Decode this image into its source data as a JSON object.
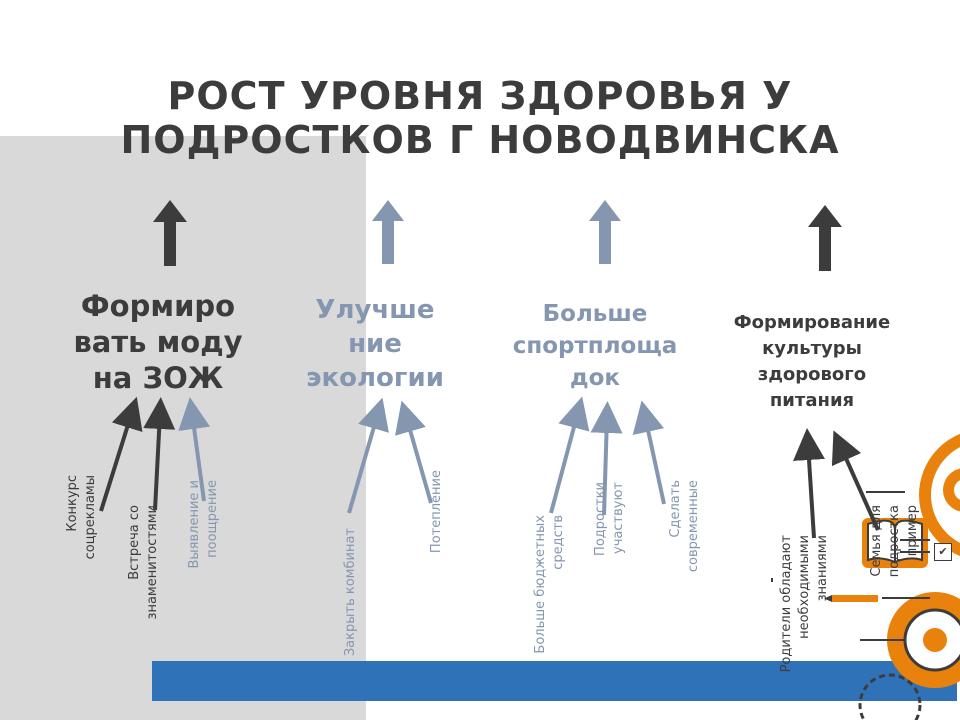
{
  "title": {
    "line1": "РОСТ УРОВНЯ ЗДОРОВЬЯ У",
    "line2": "ПОДРОСТКОВ Г НОВОДВИНСКА"
  },
  "columns": [
    {
      "heading": [
        "Формиро",
        "вать моду",
        "на ЗОЖ"
      ],
      "color": "#3c3c3c",
      "labels": [
        [
          "Конкурс",
          "соцрекламы"
        ],
        [
          "Встреча со",
          "знаменитостями"
        ],
        [
          "Выявление и",
          "поощрение"
        ]
      ]
    },
    {
      "heading": [
        "Улучше",
        "ние",
        "экологии"
      ],
      "color": "#8496b0",
      "labels": [
        [
          "Закрыть комбинат"
        ],
        [
          "Потепление"
        ]
      ]
    },
    {
      "heading": [
        "Больше",
        "спортплоща",
        "док"
      ],
      "color": "#8496b0",
      "labels": [
        [
          "Больше бюджетных",
          "средств"
        ],
        [
          "Подростки",
          "участвуют"
        ],
        [
          "Сделать",
          "современные"
        ]
      ]
    },
    {
      "heading": [
        "Формирование",
        "культуры",
        "здорового",
        "питания"
      ],
      "color": "#3c3c3c",
      "labels": [
        [
          "Родители обладают",
          "необходимыми",
          "знаниями"
        ],
        [
          "Семья для",
          "подростка",
          "пример"
        ]
      ]
    }
  ],
  "colors": {
    "dark": "#3c3c3c",
    "blue_gray": "#8496b0",
    "panel": "#d9d9d9",
    "bar": "#2f72b8",
    "accent": "#e8820c"
  },
  "icons": {
    "up_arrow": "up-arrow-icon",
    "pointer_arrow": "pointer-arrow-icon",
    "book": "book-icon",
    "gear": "gear-icon",
    "checkbox": "checkbox-icon",
    "pencil": "pencil-icon"
  },
  "checkbox_mark": "✔"
}
